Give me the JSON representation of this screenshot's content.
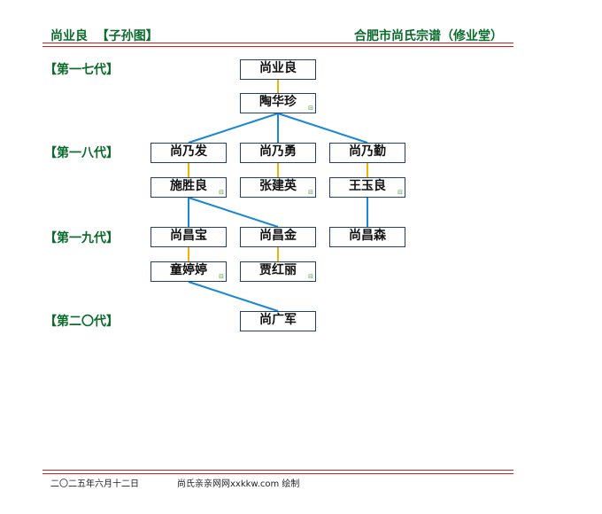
{
  "header": {
    "left_name": "尚业良",
    "left_tag": "【子孙图】",
    "right_title": "合肥市尚氏宗谱（修业堂）"
  },
  "generations": [
    "【第一七代】",
    "【第一八代】",
    "【第一九代】",
    "【第二〇代】"
  ],
  "people": {
    "shang_yeliang": "尚业良",
    "tao_huazhen": "陶华珍",
    "shang_naifa": "尚乃发",
    "shang_naiyong": "尚乃勇",
    "shang_naiqin": "尚乃勤",
    "shi_shengliang": "施胜良",
    "zhang_jianying": "张建英",
    "wang_yuliang": "王玉良",
    "shang_changbao": "尚昌宝",
    "shang_changjin": "尚昌金",
    "shang_changsen": "尚昌森",
    "tong_tingting": "童婷婷",
    "jia_hongli": "贾红丽",
    "shang_guangjun": "尚广军"
  },
  "marker": "⊟",
  "colors": {
    "spouse_link": "#f0b400",
    "child_link": "#1a86d6",
    "title_green": "#0a6b2a",
    "rule_red": "#d21e1e",
    "box_border": "#233e74"
  },
  "footer": {
    "date": "二〇二五年六月十二日",
    "credit": "尚氏亲亲网网xxkkw.com 绘制"
  }
}
